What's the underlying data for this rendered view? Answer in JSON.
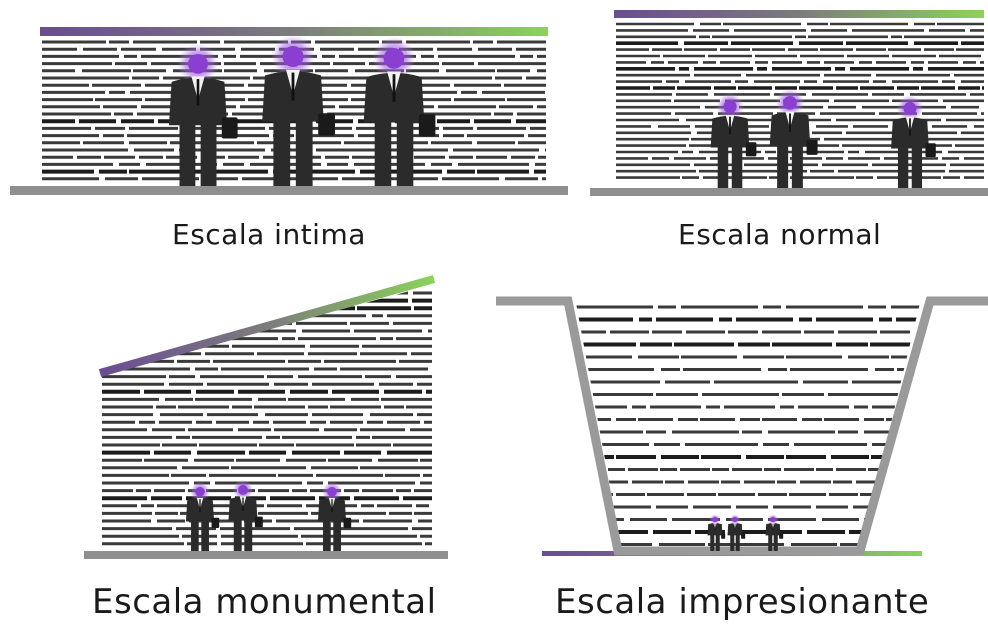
{
  "captions": {
    "intima": "Escala intima",
    "normal": "Escala normal",
    "monumental": "Escala monumental",
    "impresionante": "Escala impresionante"
  },
  "colors": {
    "wall_gray": "#9a9a9a",
    "floor_gray": "#8f8f8f",
    "line_black": "#1c1c1c",
    "head_purple": "#8a3fd1",
    "grad_purple": "#6a4c93",
    "grad_green": "#8bd35a",
    "suit": "#2b2b2b"
  },
  "icons": {
    "person": "businessman-silhouette-icon"
  }
}
